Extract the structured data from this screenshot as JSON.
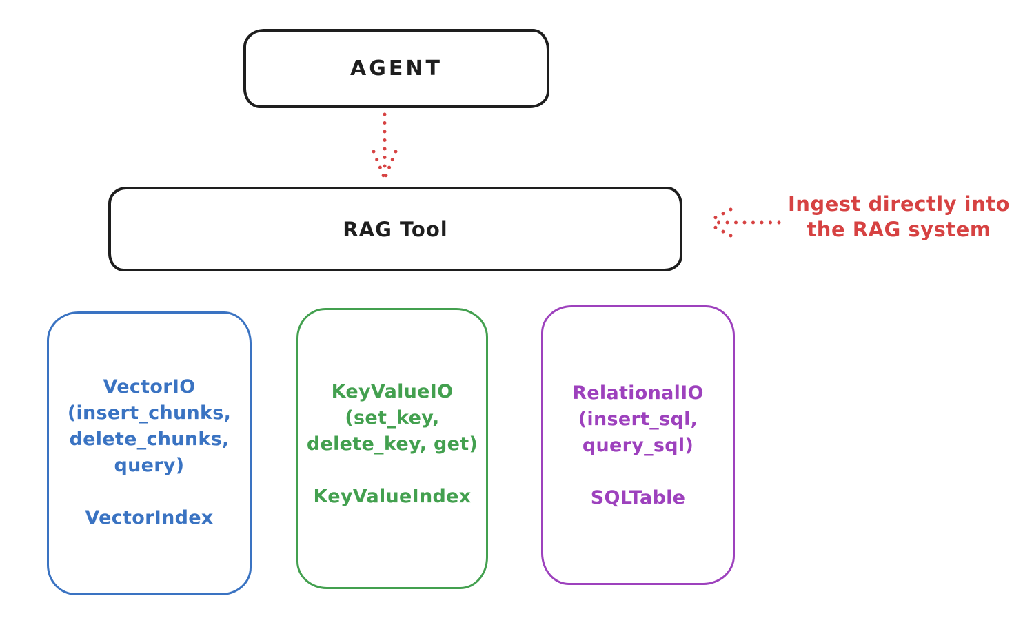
{
  "agent": {
    "label": "AGENT"
  },
  "rag_tool": {
    "label": "RAG Tool"
  },
  "annotation": {
    "line1": "Ingest directly into",
    "line2": "the RAG system"
  },
  "icons": {
    "agent_to_rag": "dotted-arrow-down",
    "ingest_into_rag": "dotted-arrow-left"
  },
  "backends": [
    {
      "name": "VectorIO",
      "color": "#3a73c2",
      "lines": [
        "VectorIO",
        "(insert_chunks,",
        "delete_chunks,",
        "query)"
      ],
      "index_label": "VectorIndex"
    },
    {
      "name": "KeyValueIO",
      "color": "#43a04f",
      "lines": [
        "KeyValueIO",
        "(set_key,",
        "delete_key, get)"
      ],
      "index_label": "KeyValueIndex"
    },
    {
      "name": "RelationalIO",
      "color": "#9d41bd",
      "lines": [
        "RelationalIO",
        "(insert_sql,",
        "query_sql)"
      ],
      "index_label": "SQLTable"
    }
  ],
  "colors": {
    "ink": "#1e1e1e",
    "red": "#d64242",
    "blue": "#3a73c2",
    "green": "#43a04f",
    "purple": "#9d41bd",
    "background": "#ffffff"
  }
}
